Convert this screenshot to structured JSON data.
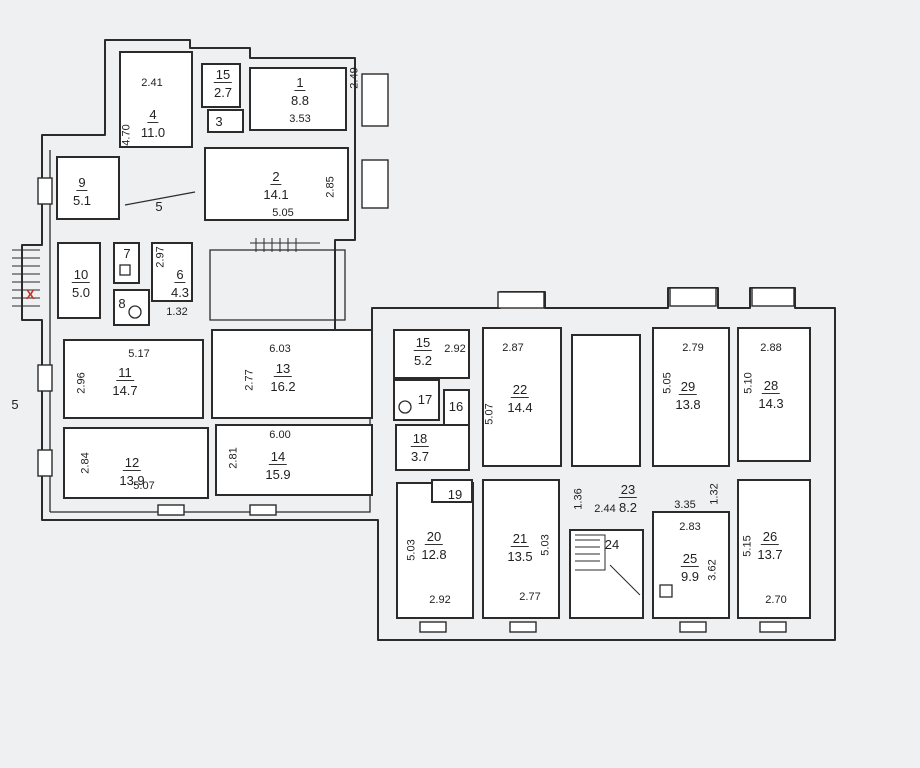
{
  "rooms": [
    {
      "id": "r1",
      "number": "1",
      "area": "8.8"
    },
    {
      "id": "r2",
      "number": "2",
      "area": "14.1"
    },
    {
      "id": "r3",
      "number": "3",
      "area": ""
    },
    {
      "id": "r4",
      "number": "4",
      "area": "11.0"
    },
    {
      "id": "r5",
      "number": "5",
      "area": ""
    },
    {
      "id": "r6",
      "number": "6",
      "area": "4.3"
    },
    {
      "id": "r7",
      "number": "7",
      "area": ""
    },
    {
      "id": "r8",
      "number": "8",
      "area": ""
    },
    {
      "id": "r9",
      "number": "9",
      "area": "5.1"
    },
    {
      "id": "r10",
      "number": "10",
      "area": "5.0"
    },
    {
      "id": "r11",
      "number": "11",
      "area": "14.7"
    },
    {
      "id": "r12",
      "number": "12",
      "area": "13.9"
    },
    {
      "id": "r13",
      "number": "13",
      "area": "16.2"
    },
    {
      "id": "r14",
      "number": "14",
      "area": "15.9"
    },
    {
      "id": "r15a",
      "number": "15",
      "area": "2.7"
    },
    {
      "id": "r15b",
      "number": "15",
      "area": "5.2"
    },
    {
      "id": "r16",
      "number": "16",
      "area": ""
    },
    {
      "id": "r17",
      "number": "17",
      "area": ""
    },
    {
      "id": "r18",
      "number": "18",
      "area": "3.7"
    },
    {
      "id": "r19",
      "number": "19",
      "area": ""
    },
    {
      "id": "r20",
      "number": "20",
      "area": "12.8"
    },
    {
      "id": "r21",
      "number": "21",
      "area": "13.5"
    },
    {
      "id": "r22",
      "number": "22",
      "area": "14.4"
    },
    {
      "id": "r23",
      "number": "23",
      "area": "8.2"
    },
    {
      "id": "r24",
      "number": "24",
      "area": ""
    },
    {
      "id": "r25",
      "number": "25",
      "area": "9.9"
    },
    {
      "id": "r26",
      "number": "26",
      "area": "13.7"
    },
    {
      "id": "r28",
      "number": "28",
      "area": "14.3"
    },
    {
      "id": "r29",
      "number": "29",
      "area": "13.8"
    }
  ],
  "dimensions": [
    "2.41",
    "4.70",
    "2.49",
    "3.53",
    "2.85",
    "5.05",
    "2.97",
    "1.32",
    "5.17",
    "2.96",
    "5.07",
    "2.84",
    "6.03",
    "2.77",
    "6.00",
    "2.81",
    "2.92",
    "2.87",
    "5.07",
    "2.79",
    "5.05",
    "2.88",
    "5.10",
    "1.36",
    "2.44",
    "3.35",
    "1.32",
    "2.83",
    "5.03",
    "2.92",
    "5.03",
    "2.77",
    "3.62",
    "5.15",
    "2.70"
  ],
  "entrance_mark": "X",
  "page_mark": "5"
}
